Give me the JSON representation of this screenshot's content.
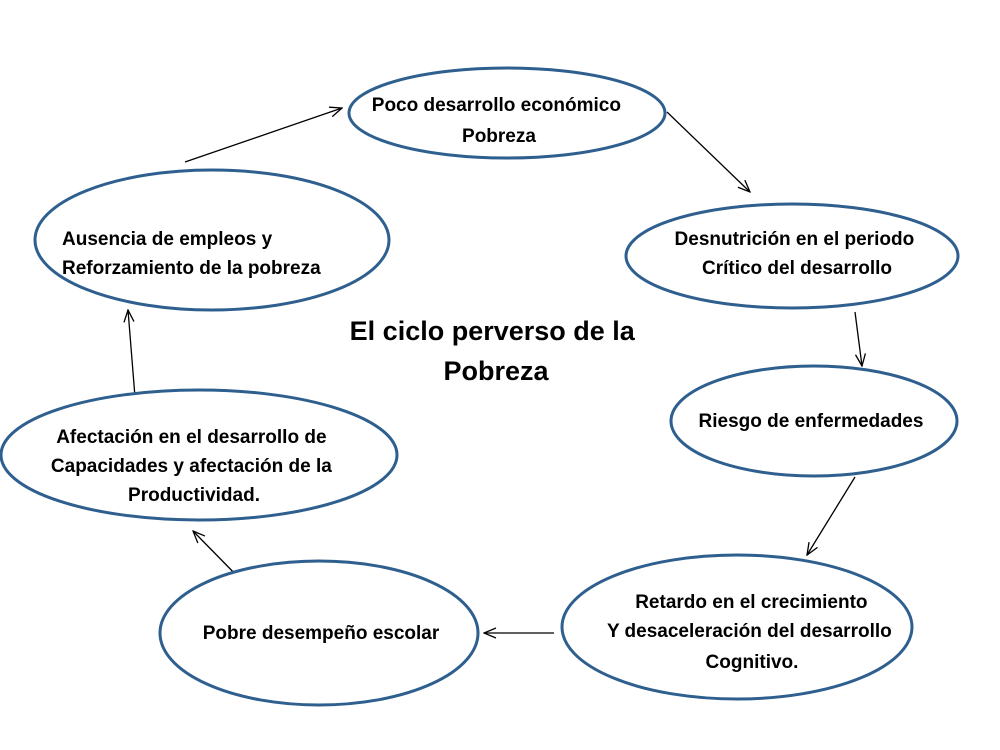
{
  "diagram": {
    "title_lines": [
      "El ciclo perverso de la",
      "Pobreza"
    ],
    "nodes": [
      {
        "id": "poco-desarrollo",
        "lines": [
          "Poco desarrollo económico",
          "Pobreza"
        ]
      },
      {
        "id": "desnutricion",
        "lines": [
          "Desnutrición en el periodo",
          "Crítico del desarrollo"
        ]
      },
      {
        "id": "riesgo-enfermedades",
        "lines": [
          "Riesgo de enfermedades"
        ]
      },
      {
        "id": "retardo-crecimiento",
        "lines": [
          "Retardo en el crecimiento",
          "Y desaceleración del desarrollo",
          "Cognitivo."
        ]
      },
      {
        "id": "pobre-desempeno",
        "lines": [
          "Pobre desempeño escolar"
        ]
      },
      {
        "id": "afectacion-desarrollo",
        "lines": [
          "Afectación en el desarrollo de",
          "Capacidades y afectación de la",
          "Productividad."
        ]
      },
      {
        "id": "ausencia-empleos",
        "lines": [
          "Ausencia de empleos y",
          "Reforzamiento de la pobreza"
        ]
      }
    ],
    "edges": [
      {
        "from": "poco-desarrollo",
        "to": "desnutricion"
      },
      {
        "from": "desnutricion",
        "to": "riesgo-enfermedades"
      },
      {
        "from": "riesgo-enfermedades",
        "to": "retardo-crecimiento"
      },
      {
        "from": "retardo-crecimiento",
        "to": "pobre-desempeno"
      },
      {
        "from": "pobre-desempeno",
        "to": "afectacion-desarrollo"
      },
      {
        "from": "afectacion-desarrollo",
        "to": "ausencia-empleos"
      },
      {
        "from": "ausencia-empleos",
        "to": "poco-desarrollo"
      }
    ],
    "colors": {
      "ellipse_stroke": "#2e5f8e",
      "ellipse_fill": "#ffffff",
      "arrow": "#000000",
      "text": "#000000"
    }
  }
}
